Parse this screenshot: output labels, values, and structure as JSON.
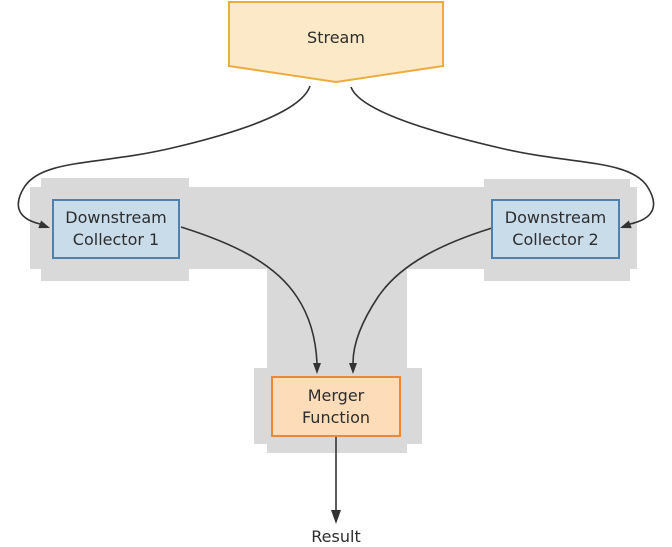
{
  "nodes": {
    "stream": {
      "label": "Stream"
    },
    "collector1": {
      "line1": "Downstream",
      "line2": "Collector 1"
    },
    "collector2": {
      "line1": "Downstream",
      "line2": "Collector 2"
    },
    "merger": {
      "line1": "Merger",
      "line2": "Function"
    },
    "result": {
      "label": "Result"
    }
  },
  "colors": {
    "background": "#FFFFFF",
    "region_gray": "#D9D9D9",
    "stream_fill": "#FCE9C8",
    "stream_border": "#ECAC3D",
    "collector_fill": "#C9DCEA",
    "collector_border": "#4E81AD",
    "merger_fill": "#FCDCB9",
    "merger_border": "#ED8733",
    "arrow": "#333333",
    "text": "#2D2D2D"
  }
}
